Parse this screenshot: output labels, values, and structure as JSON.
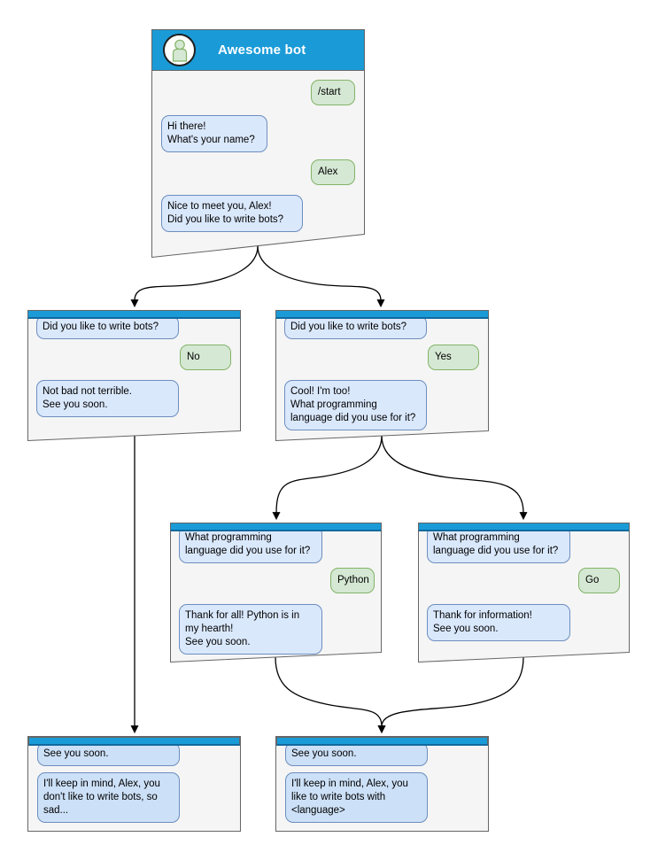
{
  "diagram_title": "Chatbot conversation flowchart",
  "colors": {
    "titlebar_blue": "#1A9BD7",
    "titlebar_border_blue": "#11699E",
    "window_fill": "#F5F5F5",
    "window_border": "#666666",
    "bot_bubble_fill": "#DAE8FC",
    "bot_bubble_border": "#6C8EBF",
    "end_bubble_fill": "#CCE0F7",
    "user_bubble_fill": "#D5E8D4",
    "user_bubble_border": "#82B366",
    "connector": "#000000"
  },
  "root_window": {
    "title": "Awesome bot",
    "avatar_icon": "person-icon",
    "messages": {
      "start_command": "/start",
      "bot_greeting": "Hi there!\nWhat's your name?",
      "user_name": "Alex",
      "bot_question": "Nice to meet you, Alex!\nDid you like to write bots?"
    }
  },
  "branch_no": {
    "question": "Did you like to write bots?",
    "answer": "No",
    "reply": "Not bad not terrible.\nSee you soon."
  },
  "branch_yes": {
    "question": "Did you like to write bots?",
    "answer": "Yes",
    "reply": "Cool! I'm too!\nWhat programming\nlanguage did you use for it?"
  },
  "branch_python": {
    "question": "What programming\nlanguage did you use for it?",
    "answer": "Python",
    "reply": "Thank for all! Python is in\nmy hearth!\nSee you soon."
  },
  "branch_go": {
    "question": "What programming\nlanguage did you use for it?",
    "answer": "Go",
    "reply": "Thank for information!\nSee you soon."
  },
  "end_no": {
    "header": "See you soon.",
    "reply": "I'll keep in mind, Alex, you\ndon't like to write bots, so\nsad..."
  },
  "end_language": {
    "header": "See you soon.",
    "reply": "I'll keep in mind, Alex, you\nlike to write bots with\n<language>"
  }
}
